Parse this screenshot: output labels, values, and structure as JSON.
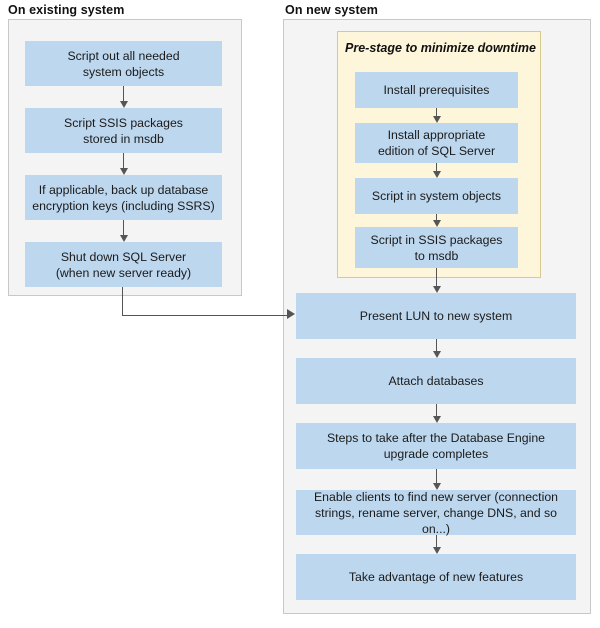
{
  "panels": {
    "existing": {
      "label": "On existing system"
    },
    "new": {
      "label": "On new system"
    }
  },
  "prestage": {
    "title": "Pre-stage to minimize downtime"
  },
  "colors": {
    "node_fill": "#bdd7ee",
    "panel_fill": "#f4f4f4",
    "panel_border": "#c8c8c8",
    "prestage_fill": "#fdf6da",
    "prestage_border": "#d8c98d",
    "arrow": "#555555",
    "text": "#1a1a1a"
  },
  "existing_steps": [
    {
      "label": "Script out all needed\nsystem objects"
    },
    {
      "label": "Script SSIS packages\nstored in msdb"
    },
    {
      "label": "If applicable, back up database\nencryption keys (including SSRS)"
    },
    {
      "label": "Shut down SQL Server\n(when new server ready)"
    }
  ],
  "prestage_steps": [
    {
      "label": "Install prerequisites"
    },
    {
      "label": "Install appropriate\nedition of SQL Server"
    },
    {
      "label": "Script in system objects"
    },
    {
      "label": "Script in SSIS packages\nto msdb"
    }
  ],
  "new_steps": [
    {
      "label": "Present LUN to new system"
    },
    {
      "label": "Attach databases"
    },
    {
      "label": "Steps to take after the Database Engine\nupgrade completes"
    },
    {
      "label": "Enable clients to find new server (connection\nstrings, rename server, change DNS, and so on...)"
    },
    {
      "label": "Take advantage of new features"
    }
  ]
}
